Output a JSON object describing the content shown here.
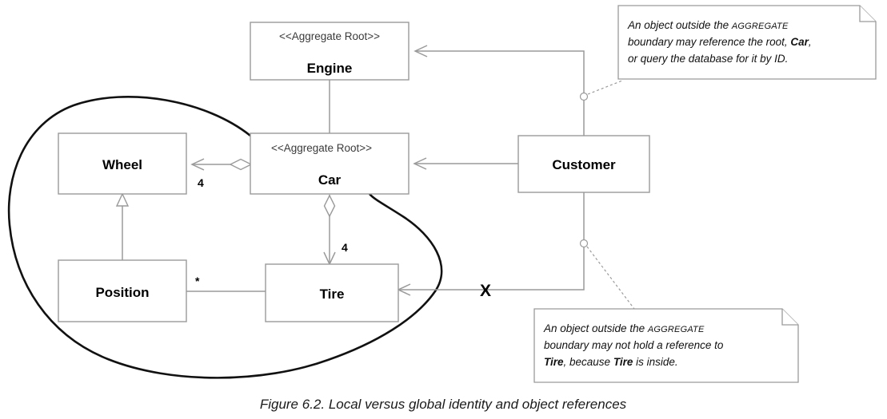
{
  "figure": {
    "caption": "Figure 6.2. Local versus global identity and object references"
  },
  "classes": [
    {
      "id": "engine",
      "name": "Engine",
      "stereotype": "<<Aggregate Root>>"
    },
    {
      "id": "wheel",
      "name": "Wheel",
      "stereotype": ""
    },
    {
      "id": "car",
      "name": "Car",
      "stereotype": "<<Aggregate Root>>"
    },
    {
      "id": "customer",
      "name": "Customer",
      "stereotype": ""
    },
    {
      "id": "position",
      "name": "Position",
      "stereotype": ""
    },
    {
      "id": "tire",
      "name": "Tire",
      "stereotype": ""
    }
  ],
  "multiplicities": {
    "car_wheel": "4",
    "car_tire": "4",
    "position_tire": "*"
  },
  "markers": {
    "forbidden": "X"
  },
  "notes": [
    {
      "id": "note-top",
      "lines": [
        [
          {
            "t": "An object outside the ",
            "s": "i"
          },
          {
            "t": "AGGREGATE",
            "s": "sc"
          }
        ],
        [
          {
            "t": "boundary may reference the root, ",
            "s": "i"
          },
          {
            "t": "Car",
            "s": "b"
          },
          {
            "t": ",",
            "s": "i"
          }
        ],
        [
          {
            "t": "or query the database for it by ID.",
            "s": "i"
          }
        ]
      ]
    },
    {
      "id": "note-bottom",
      "lines": [
        [
          {
            "t": "An object outside the ",
            "s": "i"
          },
          {
            "t": "AGGREGATE",
            "s": "sc"
          }
        ],
        [
          {
            "t": "boundary may not hold a reference to",
            "s": "i"
          }
        ],
        [
          {
            "t": "Tire",
            "s": "b"
          },
          {
            "t": ", because ",
            "s": "i"
          },
          {
            "t": "Tire",
            "s": "b"
          },
          {
            "t": " is inside.",
            "s": "i"
          }
        ]
      ]
    }
  ],
  "colors": {
    "box_stroke": "#9a9a9a",
    "boundary_stroke": "#111111",
    "text": "#000000",
    "stereotype_text": "#3a3a3a",
    "background": "#ffffff"
  }
}
